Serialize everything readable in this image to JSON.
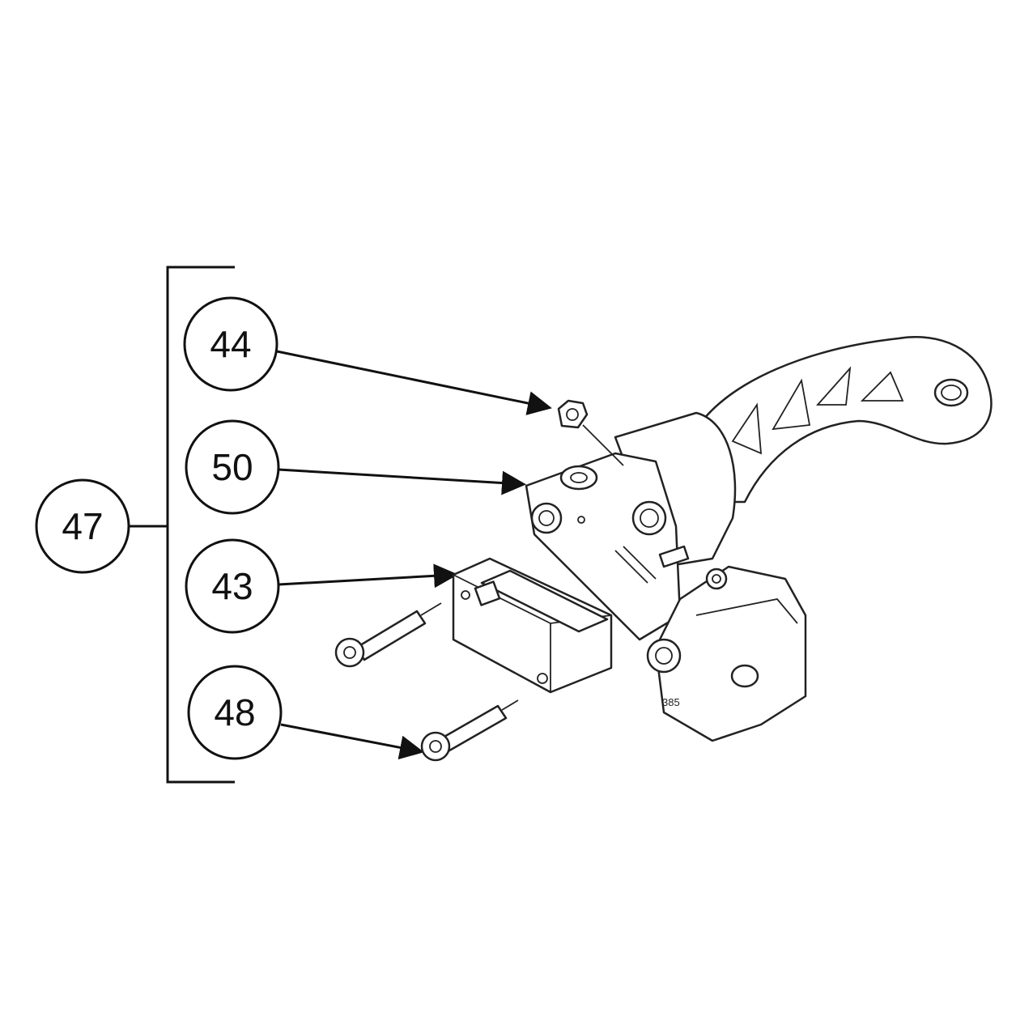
{
  "callouts": {
    "c44": "44",
    "c50": "50",
    "c43": "43",
    "c48": "48",
    "c47": "47"
  },
  "stamp_text": "385"
}
